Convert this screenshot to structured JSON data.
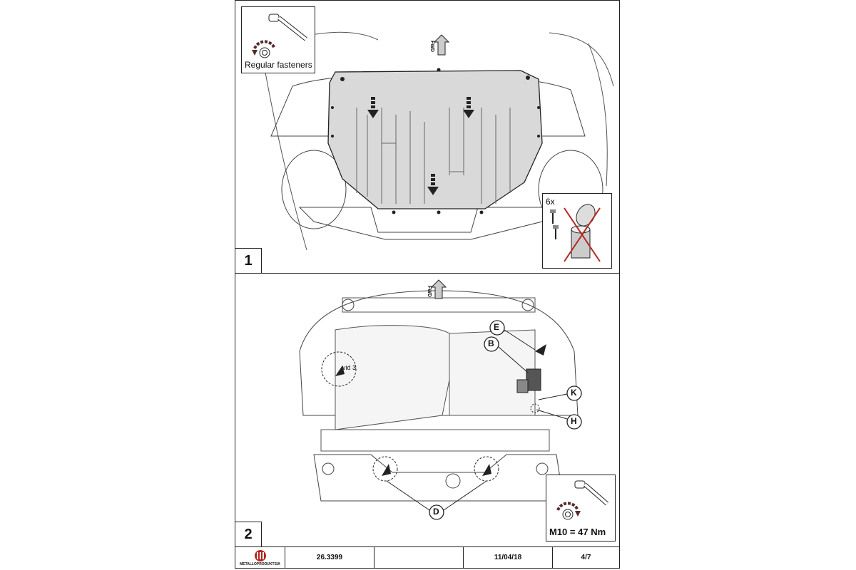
{
  "panel1": {
    "number": "1",
    "legend_text": "Regular fasteners",
    "quantity_text": "6x",
    "direction_label": "FWD"
  },
  "panel2": {
    "number": "2",
    "direction_label": "FWD",
    "detail_label": "vid 3",
    "callouts": [
      "E",
      "B",
      "K",
      "H",
      "D"
    ],
    "torque_label": "M10 =",
    "torque_value": "47 Nm"
  },
  "footer": {
    "brand": "METALLOPRODUKTSIA",
    "article": "26.3399",
    "empty": "",
    "date": "11/04/18",
    "page": "4/7"
  },
  "colors": {
    "line": "#222222",
    "plate": "#d9d9d9",
    "brand_red": "#b3261e",
    "arrow": "#5a2a2a"
  }
}
